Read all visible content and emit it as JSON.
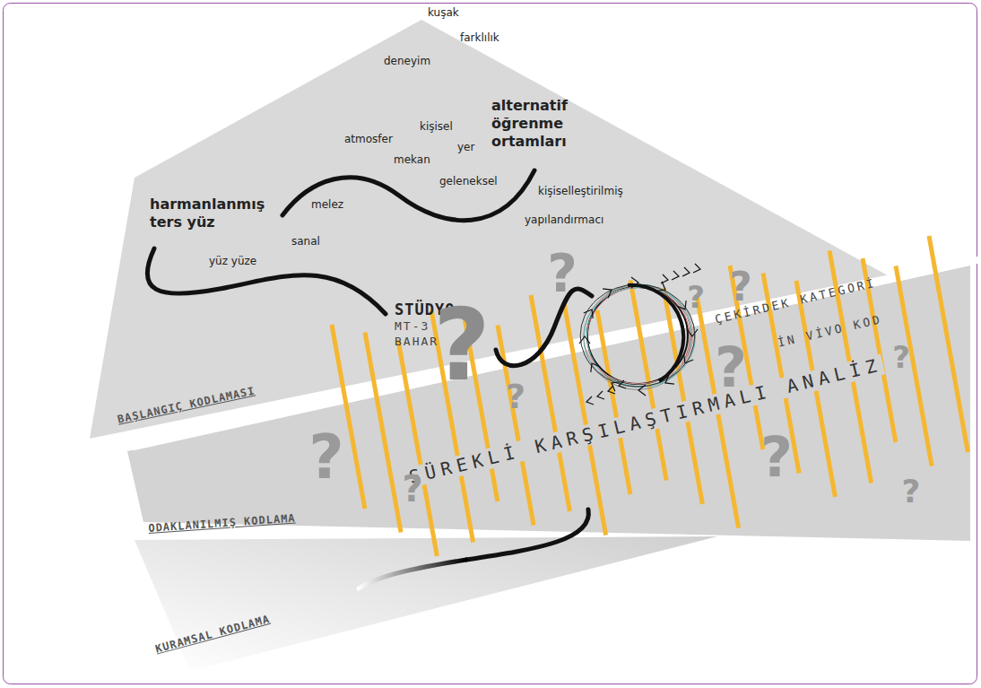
{
  "diagram": {
    "nodes": [
      {
        "text": [
          "BAŞLANGIÇ KODLAMASI"
        ]
      },
      {
        "text": [
          "ODAKLANILMIŞ KODLAMA"
        ]
      },
      {
        "text": [
          "KURAMSAL KODLAMA"
        ]
      }
    ],
    "labels": [
      "kuşak",
      "farklılık",
      "deneyim",
      "alternatif öğrenme ortamları",
      "kişisel",
      "atmosfer",
      "yer",
      "mekan",
      "geleneksel",
      "harmanlanmış ters yüz",
      "melez",
      "kişiselleştirilmiş",
      "sanal",
      "yapılandırmacı",
      "yüz yüze",
      "STÜDYO",
      "MT-3",
      "BAHAR",
      "ÇEKİRDEK KATEGORİ",
      "İN VİVO KOD",
      "SÜREKLİ KARŞILAŞTIRMALI ANALİZ",
      "?",
      "?",
      "?",
      "?",
      "?",
      "?",
      "?",
      "?",
      "?",
      "?",
      "?"
    ]
  }
}
